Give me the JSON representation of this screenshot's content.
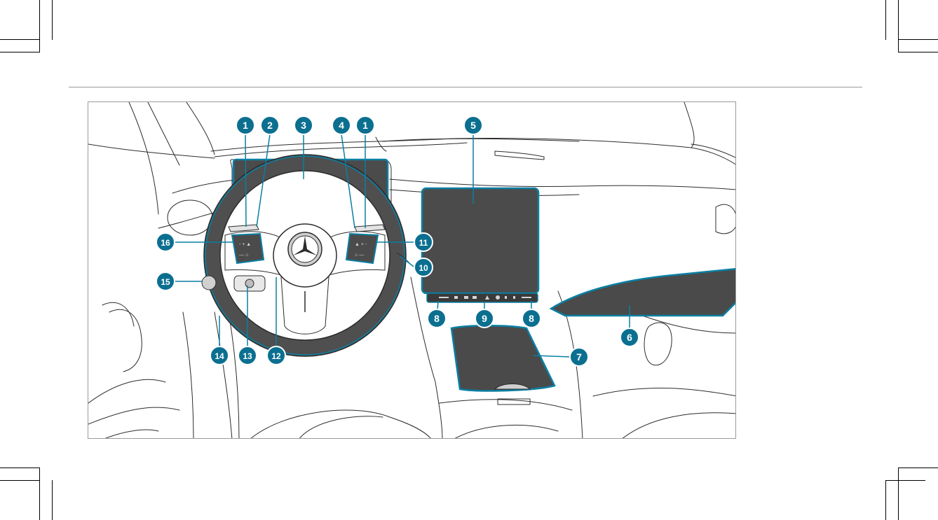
{
  "colors": {
    "accent": "#0a7fa3",
    "accent_dark": "#0b6f90",
    "screen_fill": "#4b4b4b",
    "line": "#2c2c2c"
  },
  "figure": {
    "name": "cockpit-overview-illustration",
    "callouts": [
      "1",
      "2",
      "3",
      "4",
      "1",
      "5",
      "16",
      "11",
      "10",
      "15",
      "8",
      "9",
      "8",
      "6",
      "14",
      "13",
      "12",
      "7"
    ]
  }
}
